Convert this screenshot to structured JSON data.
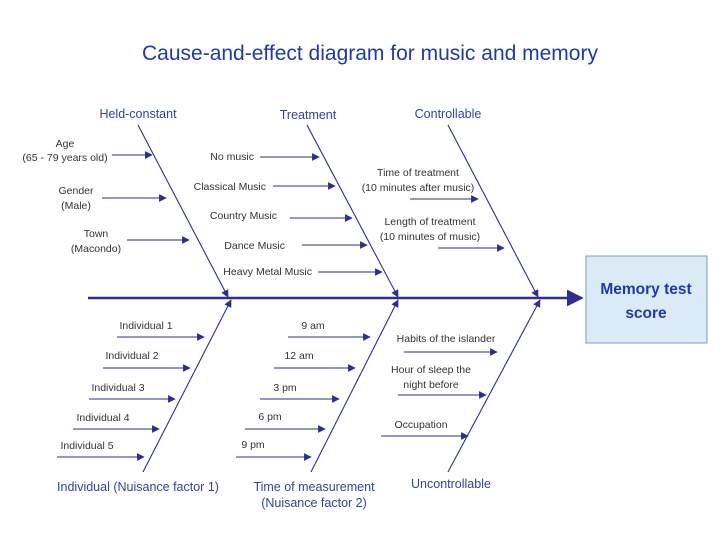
{
  "title": "Cause-and-effect diagram for music and memory",
  "effect": {
    "line1": "Memory test",
    "line2": "score"
  },
  "categories": {
    "held_constant": "Held-constant",
    "treatment": "Treatment",
    "controllable": "Controllable",
    "individual": "Individual (Nuisance factor 1)",
    "time_measurement_line1": "Time of measurement",
    "time_measurement_line2": "(Nuisance factor 2)",
    "uncontrollable": "Uncontrollable"
  },
  "held_constant_causes": [
    {
      "line1": "Age",
      "line2": "(65 - 79 years old)"
    },
    {
      "line1": "Gender",
      "line2": "(Male)"
    },
    {
      "line1": "Town",
      "line2": "(Macondo)"
    }
  ],
  "treatment_causes": [
    "No music",
    "Classical Music",
    "Country Music",
    "Dance Music",
    "Heavy Metal Music"
  ],
  "controllable_causes": [
    {
      "line1": "Time of treatment",
      "line2": "(10 minutes after music)"
    },
    {
      "line1": "Length of treatment",
      "line2": "(10 minutes of music)"
    }
  ],
  "individual_causes": [
    "Individual 1",
    "Individual 2",
    "Individual 3",
    "Individual 4",
    "Individual 5"
  ],
  "time_causes": [
    "9 am",
    "12 am",
    "3 pm",
    "6 pm",
    "9 pm"
  ],
  "uncontrollable_causes": [
    {
      "line1": "Habits of the islander",
      "line2": ""
    },
    {
      "line1": "Hour of sleep the",
      "line2": "night before"
    },
    {
      "line1": "Occupation",
      "line2": ""
    }
  ]
}
